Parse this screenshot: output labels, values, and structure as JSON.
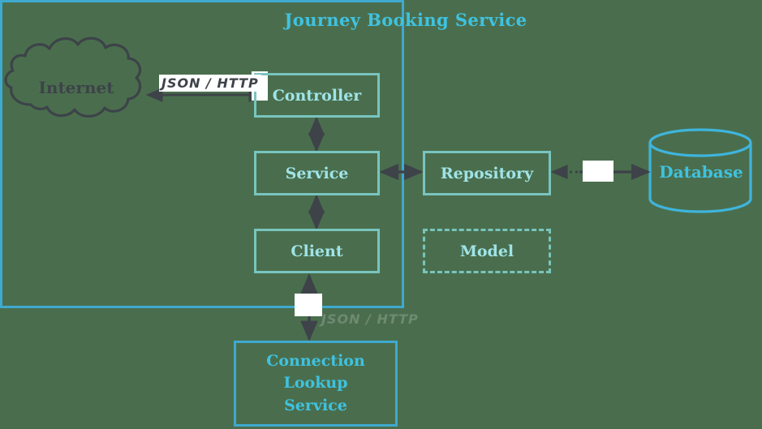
{
  "diagram": {
    "title": "Journey Booking Service",
    "background_color": "#4a6e4d",
    "accent_color": "#3fa9d0",
    "component_border_color": "#79c4bf",
    "component_text_color": "#9fe4e8",
    "arrow_color": "#3d4349"
  },
  "external": {
    "internet": "Internet",
    "database": "Database"
  },
  "components": {
    "controller": "Controller",
    "service": "Service",
    "client": "Client",
    "repository": "Repository",
    "model": "Model"
  },
  "lookup_service": {
    "line1": "Connection",
    "line2": "Lookup",
    "line3": "Service"
  },
  "edges": {
    "internet_to_controller_label": "JSON / HTTP",
    "client_to_lookup_label": "JSON / HTTP"
  }
}
